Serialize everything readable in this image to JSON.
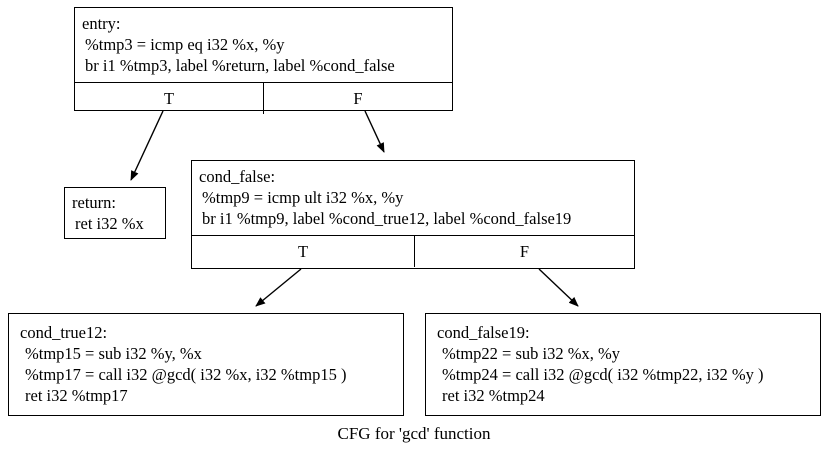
{
  "caption": "CFG for 'gcd' function",
  "colors": {
    "background": "#ffffff",
    "border": "#000000",
    "text": "#000000",
    "edge": "#000000"
  },
  "nodes": {
    "entry": {
      "label": "entry:",
      "lines": [
        "%tmp3 = icmp eq i32 %x, %y",
        "br i1 %tmp3, label %return, label %cond_false"
      ],
      "ports": {
        "true": "T",
        "false": "F"
      }
    },
    "return": {
      "label": "return:",
      "lines": [
        "ret i32 %x"
      ]
    },
    "cond_false": {
      "label": "cond_false:",
      "lines": [
        "%tmp9 = icmp ult i32 %x, %y",
        "br i1 %tmp9, label %cond_true12, label %cond_false19"
      ],
      "ports": {
        "true": "T",
        "false": "F"
      }
    },
    "cond_true12": {
      "label": "cond_true12:",
      "lines": [
        "%tmp15 = sub i32 %y, %x",
        "%tmp17 = call i32 @gcd( i32 %x, i32 %tmp15 )",
        "ret i32 %tmp17"
      ]
    },
    "cond_false19": {
      "label": "cond_false19:",
      "lines": [
        "%tmp22 = sub i32 %x, %y",
        "%tmp24 = call i32 @gcd( i32 %tmp22, i32 %y )",
        "ret i32 %tmp24"
      ]
    }
  },
  "edges": [
    {
      "from": "entry:T",
      "to": "return"
    },
    {
      "from": "entry:F",
      "to": "cond_false"
    },
    {
      "from": "cond_false:T",
      "to": "cond_true12"
    },
    {
      "from": "cond_false:F",
      "to": "cond_false19"
    }
  ]
}
